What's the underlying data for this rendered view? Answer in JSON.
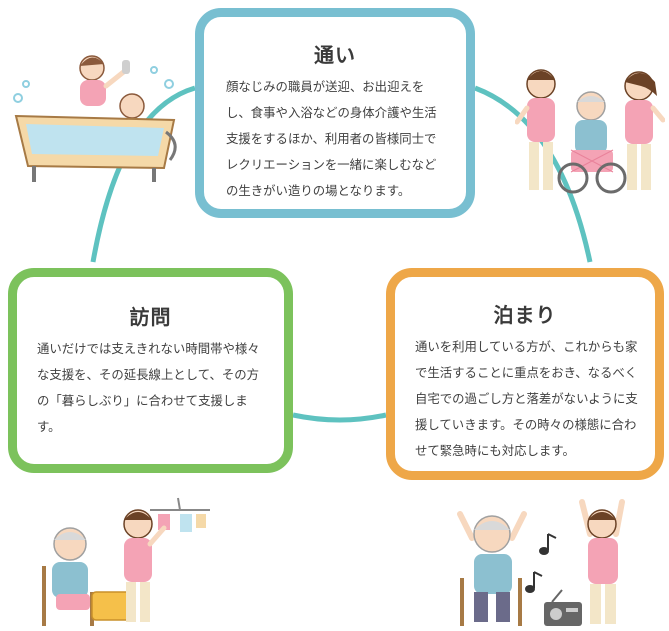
{
  "colors": {
    "teal": "#5ec2c0",
    "blue": "#78bfd1",
    "green": "#7cc25c",
    "orange": "#eea748",
    "pink": "#f4a3b5",
    "skin": "#f7d8bf"
  },
  "cards": {
    "kayoi": {
      "title": "通い",
      "body": "顔なじみの職員が送迎、お出迎えをし、食事や入浴などの身体介護や生活支援をするほか、利用者の皆様同士でレクリエーションを一緒に楽しむなどの生きがい造りの場となります。"
    },
    "houmon": {
      "title": "訪問",
      "body": "通いだけでは支えきれない時間帯や様々な支援を、その延長線上として、その方の「暮らしぶり」に合わせて支援します。"
    },
    "tomari": {
      "title": "泊まり",
      "body": "通いを利用している方が、これからも家で生活することに重点をおき、なるべく自宅での過ごし方と落差がないように支援していきます。その時々の様態に合わせて緊急時にも対応します。"
    }
  },
  "icons": [
    "bath-illustration-icon",
    "wheelchair-group-illustration-icon",
    "laundry-illustration-icon",
    "exercise-illustration-icon",
    "music-note-icon",
    "radio-icon"
  ]
}
